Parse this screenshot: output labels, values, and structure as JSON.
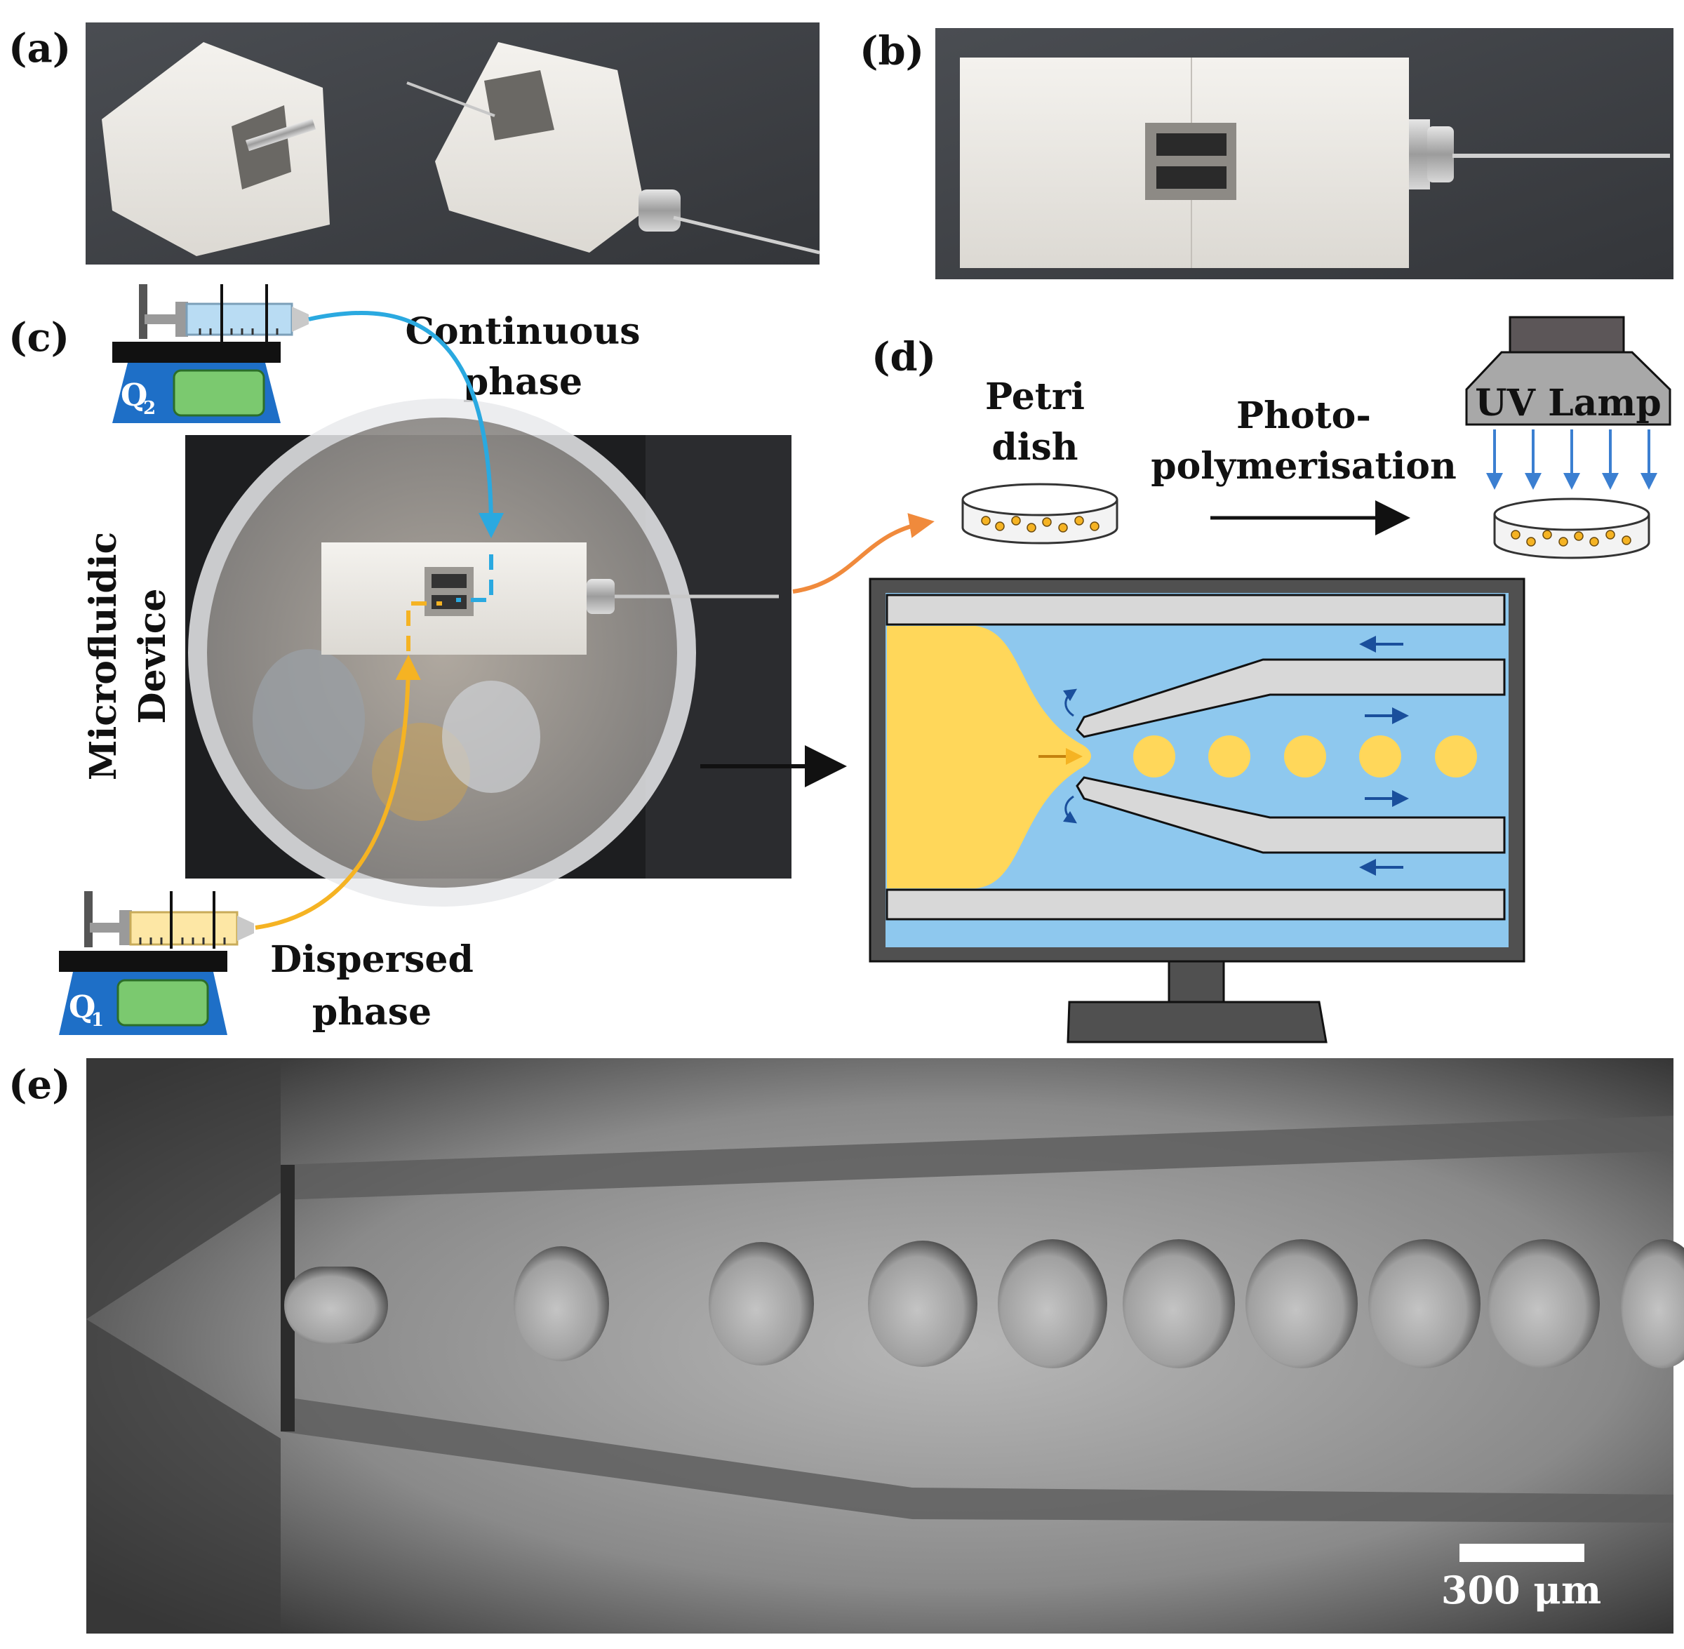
{
  "panels": {
    "a": "(a)",
    "b": "(b)",
    "c": "(c)",
    "d": "(d)",
    "e": "(e)"
  },
  "labels": {
    "continuous_line1": "Continuous",
    "continuous_line2": "phase",
    "dispersed_line1": "Dispersed",
    "dispersed_line2": "phase",
    "microfluidic_line1": "Microfluidic",
    "microfluidic_line2": "Device",
    "petri_line1": "Petri",
    "petri_line2": "dish",
    "photo_line1": "Photo-",
    "photo_line2": "polymerisation",
    "uv_lamp": "UV Lamp",
    "q1_letter": "Q",
    "q1_sub": "1",
    "q2_letter": "Q",
    "q2_sub": "2",
    "scale_bar": "300 μm"
  },
  "colors": {
    "continuous": "#2aa9e0",
    "dispersed": "#f5b323",
    "orange_arrow": "#f08a3c",
    "water_blue": "#8ec8ee",
    "drop_yellow": "#ffd75a",
    "pump_blue": "#1e6fc7",
    "pump_green": "#7bc96f"
  }
}
